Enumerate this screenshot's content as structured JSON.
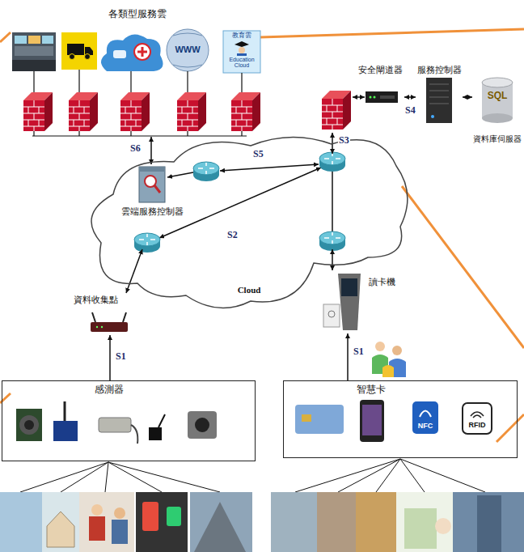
{
  "diagram": {
    "nodes": [
      {
        "text": [
          "各類型服務雲"
        ]
      },
      {
        "text": [
          "Cloud"
        ]
      },
      {
        "text": [
          "雲端服務控制器"
        ],
        "in": 1
      },
      {
        "text": [
          "安全閘道器"
        ]
      },
      {
        "text": [
          "服務控制器"
        ]
      },
      {
        "text": [
          "資料庫伺服器"
        ]
      },
      {
        "text": [
          "讀卡機"
        ]
      },
      {
        "text": [
          "資料收集點"
        ]
      },
      {
        "text": [
          "感測器"
        ]
      },
      {
        "text": [
          "智慧卡"
        ]
      }
    ],
    "edges": [
      {
        "from": 0,
        "to": 2,
        "arrow": "both",
        "label": "S6"
      },
      {
        "from": 1,
        "to": 3,
        "arrow": "both",
        "label": "S3"
      },
      {
        "from": 3,
        "to": 4,
        "arrow": "both",
        "label": "S4"
      },
      {
        "from": 4,
        "to": 5,
        "arrow": "both"
      },
      {
        "from": 6,
        "to": 1,
        "arrow": "both"
      },
      {
        "from": 7,
        "to": 1,
        "arrow": "both"
      },
      {
        "from": 8,
        "to": 7,
        "arrow": "to",
        "label": "S1"
      },
      {
        "from": 9,
        "to": 6,
        "arrow": "to",
        "label": "S1"
      }
    ],
    "labels": [
      "S5",
      "S2",
      "WWW",
      "教育雲",
      "Education Cloud",
      "SQL",
      "NFC",
      "RFID"
    ]
  }
}
